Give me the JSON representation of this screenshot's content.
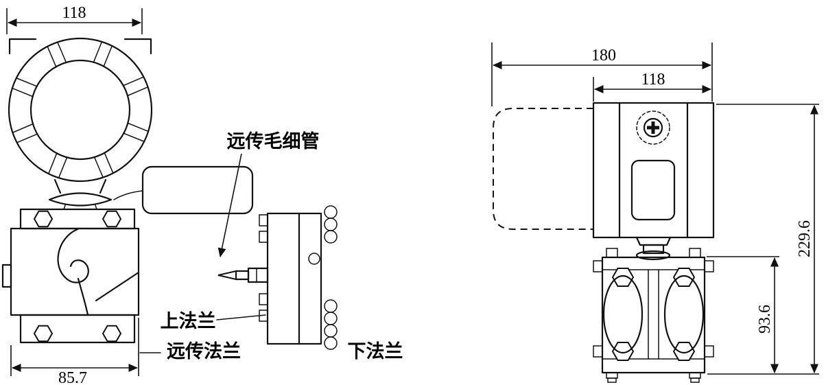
{
  "left_view": {
    "dim_width_top": "118",
    "dim_width_bottom": "85.7",
    "label_capillary": "远传毛细管",
    "label_upper_flange": "上法兰",
    "label_remote_flange": "远传法兰",
    "label_lower_flange": "下法兰"
  },
  "right_view": {
    "dim_width_total": "180",
    "dim_width_housing": "118",
    "dim_height_total": "229.6",
    "dim_height_flange": "93.6"
  }
}
